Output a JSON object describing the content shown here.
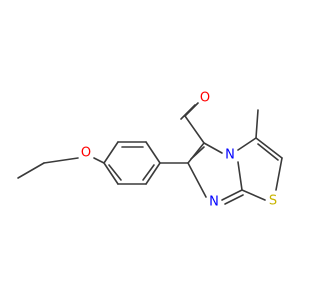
{
  "molecule": {
    "atom_labels": {
      "oxygen_ether": "O",
      "oxygen_aldehyde": "O",
      "nitrogen_bridgehead": "N",
      "nitrogen_imine": "N",
      "sulfur": "S"
    },
    "colors": {
      "bond": "#3a3a3a",
      "oxygen": "#ff0000",
      "nitrogen": "#0000ff",
      "sulfur": "#c8b400",
      "background": "#ffffff"
    }
  }
}
